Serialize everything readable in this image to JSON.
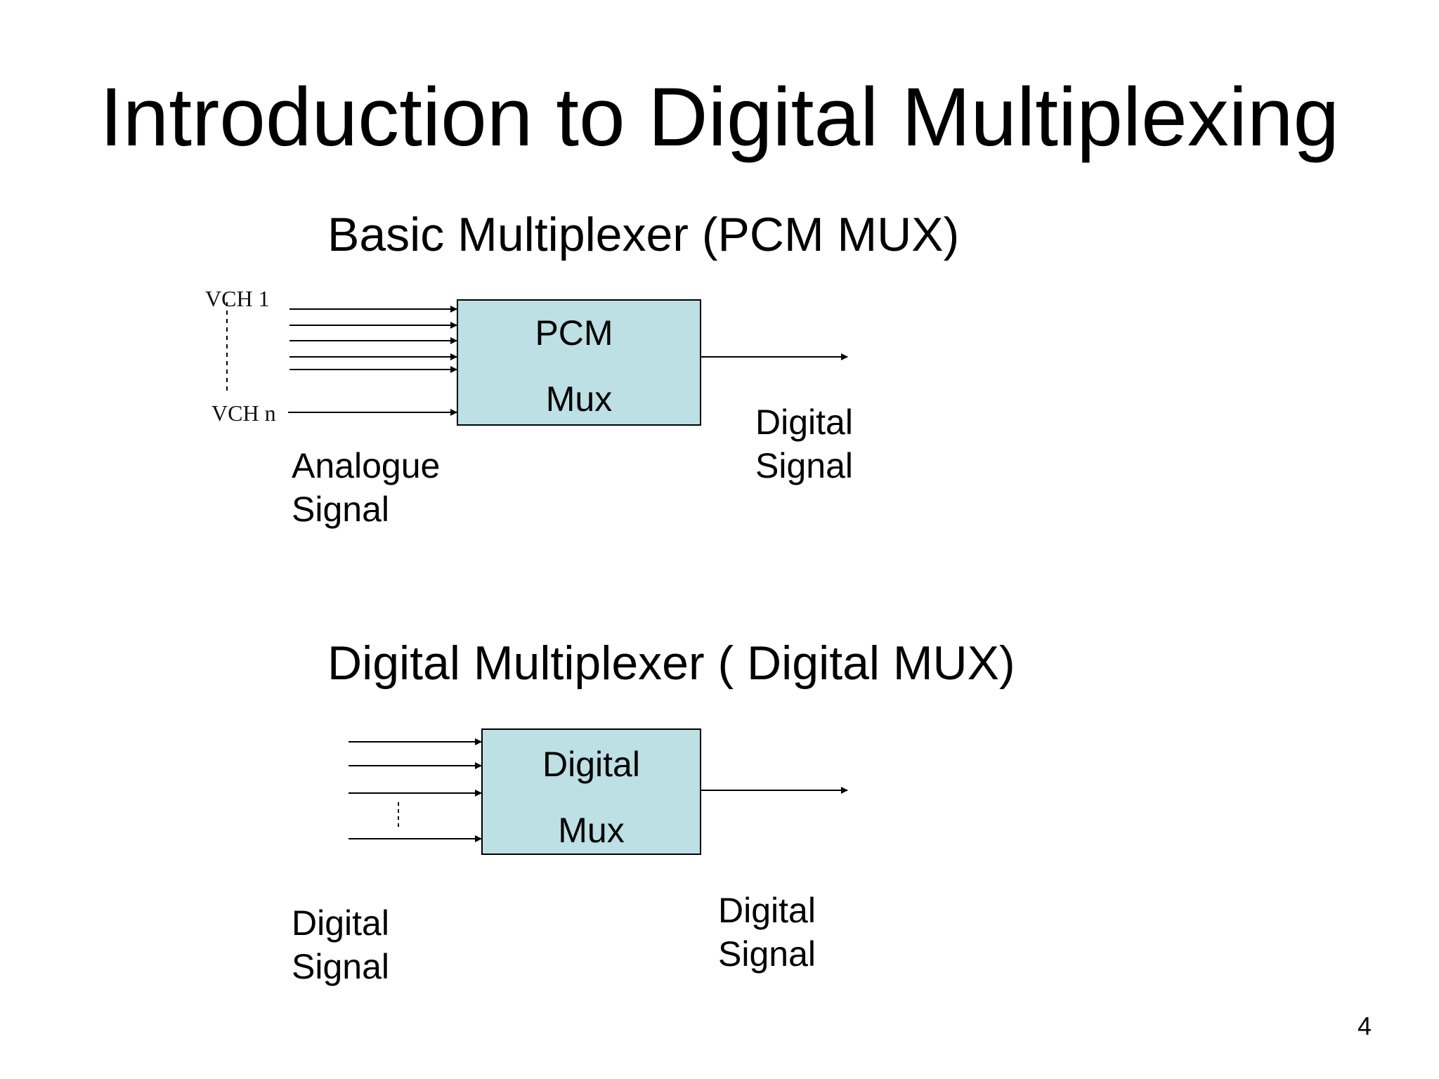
{
  "slide": {
    "title": "Introduction to Digital Multiplexing",
    "page_number": "4"
  },
  "pcm_section": {
    "heading": "Basic Multiplexer  (PCM MUX)",
    "box": {
      "line1": "PCM",
      "line2": "Mux",
      "fill_color": "#bce0e4"
    },
    "input_first_label": "VCH  1",
    "input_last_label": "VCH  n",
    "input_caption": {
      "line1": "Analogue",
      "line2": "Signal"
    },
    "output_caption": {
      "line1": "Digital",
      "line2": "Signal"
    }
  },
  "digital_section": {
    "heading": "Digital Multiplexer  ( Digital MUX)",
    "box": {
      "line1": "Digital",
      "line2": "Mux",
      "fill_color": "#bce0e4"
    },
    "input_caption": {
      "line1": "Digital",
      "line2": "Signal"
    },
    "output_caption": {
      "line1": "Digital",
      "line2": "Signal"
    }
  }
}
